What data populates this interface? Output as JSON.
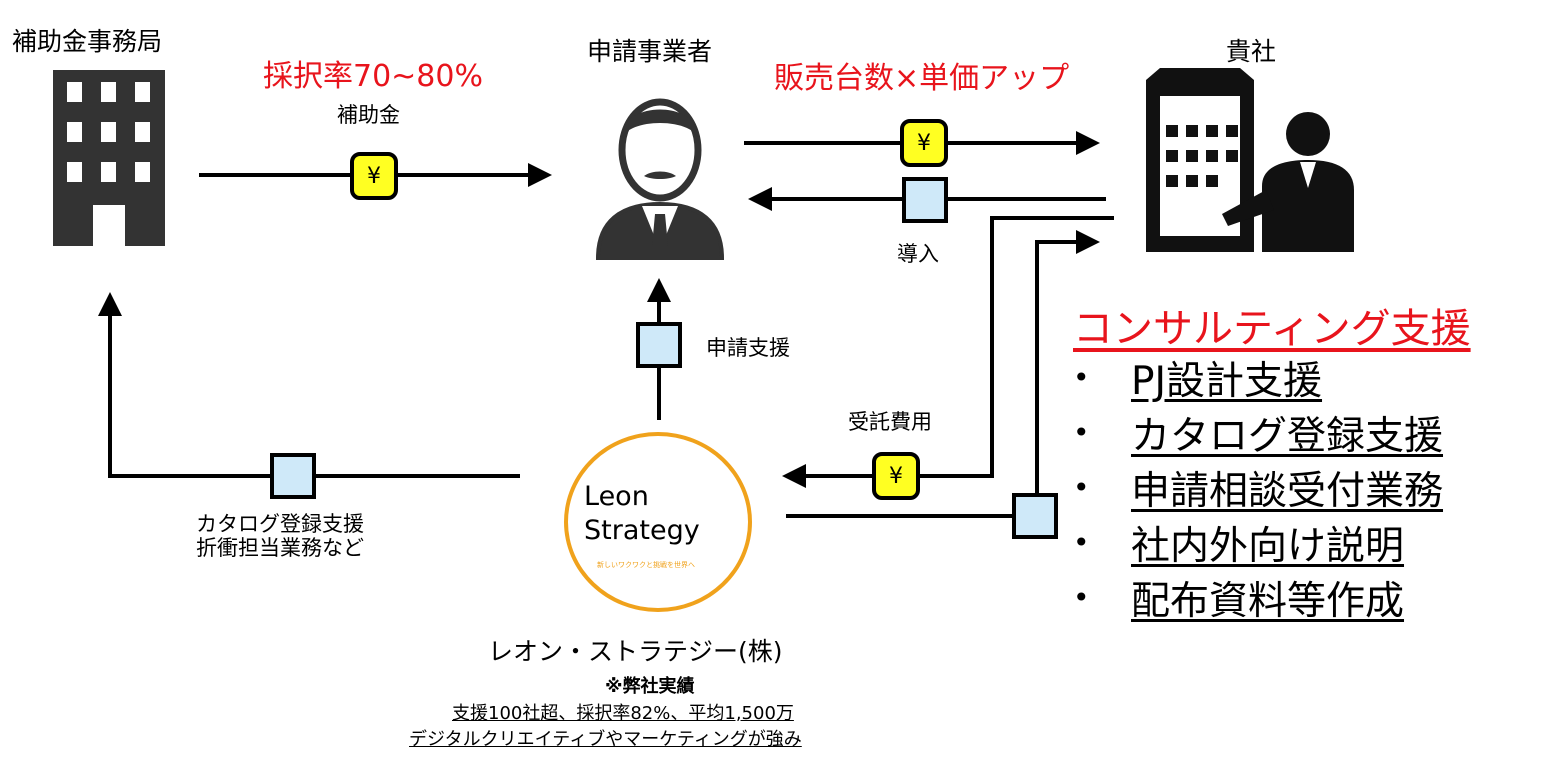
{
  "actors": {
    "office": "補助金事務局",
    "applicant": "申請事業者",
    "client": "貴社",
    "leon_company": "レオン・ストラテジー(株)"
  },
  "flows": {
    "subsidy_rate": "採択率70~80%",
    "subsidy_label": "補助金",
    "sales_up": "販売台数×単価アップ",
    "introduce_label": "導入",
    "apply_support_label": "申請支援",
    "commission_label": "受託費用",
    "catalog_line1": "カタログ登録支援",
    "catalog_line2": "折衝担当業務など"
  },
  "yen_symbol": "¥",
  "consulting": {
    "title": "コンサルティング支援",
    "items": [
      "PJ設計支援",
      "カタログ登録支援",
      "申請相談受付業務",
      "社内外向け説明",
      "配布資料等作成"
    ]
  },
  "leon_logo": {
    "name_line1": "Leon",
    "name_line2": "Strategy",
    "tagline": "新しいワクワクと挑戦を世界へ"
  },
  "achievements": {
    "heading": "※弊社実績",
    "line1": "支援100社超、採択率82%、平均1,500万",
    "line2": "デジタルクリエイティブやマーケティングが強み"
  },
  "colors": {
    "accent_red": "#e8141c",
    "yen_yellow": "#ffff22",
    "service_blue": "#cfe9f9",
    "logo_orange": "#f0a21c",
    "icon_gray": "#333333"
  }
}
